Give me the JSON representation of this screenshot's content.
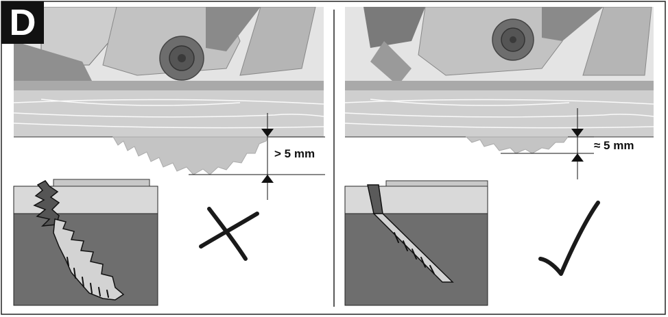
{
  "figure": {
    "label": "D",
    "left_panel": {
      "measurement": "> 5 mm",
      "verdict": "incorrect"
    },
    "right_panel": {
      "measurement": "≈ 5 mm",
      "verdict": "correct"
    }
  },
  "colors": {
    "outline": "#111111",
    "saw_gray": "#bdbdbd",
    "board_gray": "#cfcfcf",
    "material_dark": "#6e6e6e"
  }
}
